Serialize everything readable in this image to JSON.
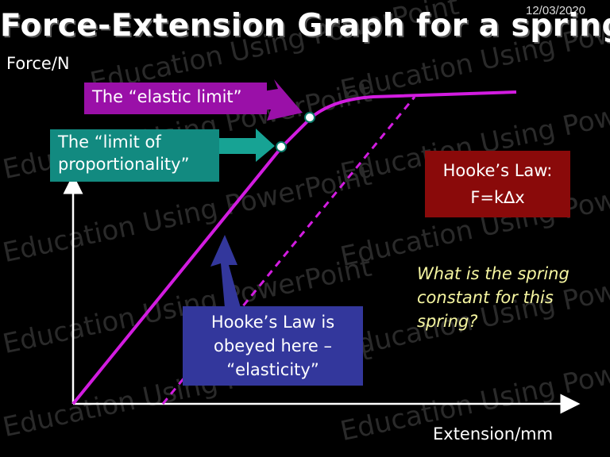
{
  "date": "12/03/2020",
  "title": "Force-Extension Graph for a spring",
  "axes": {
    "y_label": "Force/N",
    "x_label": "Extension/mm"
  },
  "labels": {
    "elastic_limit": "The “elastic limit”",
    "limit_of_proportionality_line1": "The “limit of",
    "limit_of_proportionality_line2": "proportionality”",
    "hookes_law_title": "Hooke’s Law:",
    "hookes_law_formula": "F=k∆x",
    "obeyed_line1": "Hooke’s Law is",
    "obeyed_line2": "obeyed here –",
    "obeyed_line3": "“elasticity”",
    "question_line1": "What is the spring",
    "question_line2": "constant for this",
    "question_line3": "spring?"
  },
  "watermark": "Education Using PowerPoint",
  "colors": {
    "background": "#000000",
    "curve": "#d21ce0",
    "elastic_box": "#9a10a8",
    "proportionality_box": "#128a80",
    "proportionality_arrow": "#17a394",
    "hookes_box": "#8a0a0a",
    "obeyed_box": "#33379c",
    "question_text": "#f5f5a0"
  }
}
